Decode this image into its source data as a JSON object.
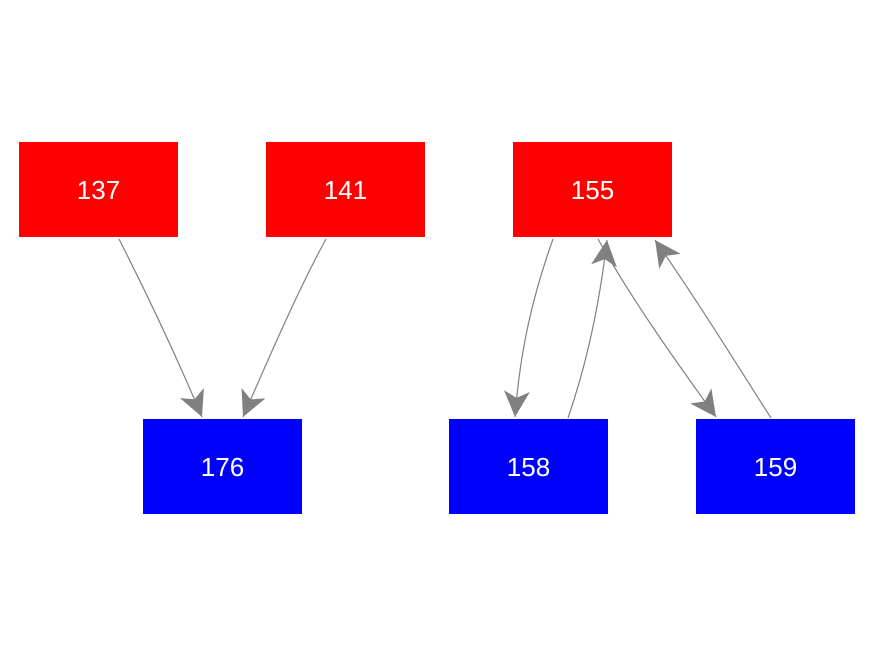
{
  "colors": {
    "source_node": "#ff0000",
    "target_node": "#0000ff",
    "edge": "#808080",
    "label": "#ffffff",
    "background": "#ffffff"
  },
  "nodes": [
    {
      "id": "n137",
      "label": "137",
      "role": "source"
    },
    {
      "id": "n141",
      "label": "141",
      "role": "source"
    },
    {
      "id": "n155",
      "label": "155",
      "role": "source"
    },
    {
      "id": "n176",
      "label": "176",
      "role": "target"
    },
    {
      "id": "n158",
      "label": "158",
      "role": "target"
    },
    {
      "id": "n159",
      "label": "159",
      "role": "target"
    }
  ],
  "edges": [
    {
      "from": "137",
      "to": "176"
    },
    {
      "from": "141",
      "to": "176"
    },
    {
      "from": "155",
      "to": "158"
    },
    {
      "from": "158",
      "to": "155"
    },
    {
      "from": "155",
      "to": "159"
    },
    {
      "from": "159",
      "to": "155"
    }
  ]
}
